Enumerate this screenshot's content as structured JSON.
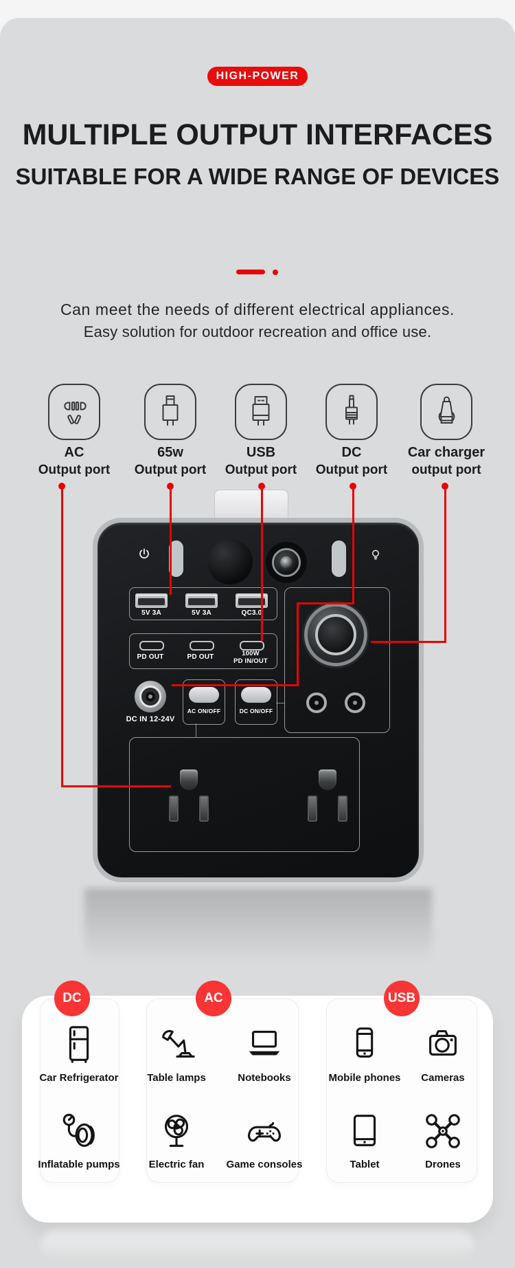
{
  "badge": {
    "label": "HIGH-POWER"
  },
  "heading": {
    "line1": "MULTIPLE OUTPUT INTERFACES",
    "line2": "SUITABLE FOR A WIDE RANGE OF DEVICES"
  },
  "intro": {
    "line1": "Can meet the needs of different electrical appliances.",
    "line2": "Easy solution for outdoor recreation and office use."
  },
  "ports": {
    "items": [
      {
        "icon": "ac-socket-icon",
        "name": "AC",
        "sub": "Output port"
      },
      {
        "icon": "usb-c-65w-plug-icon",
        "name": "65w",
        "sub": "Output port"
      },
      {
        "icon": "usb-a-plug-icon",
        "name": "USB",
        "sub": "Output port"
      },
      {
        "icon": "dc-plug-icon",
        "name": "DC",
        "sub": "Output port"
      },
      {
        "icon": "car-charger-plug-icon",
        "name": "Car charger",
        "sub": "output port"
      }
    ]
  },
  "device": {
    "usb_a": {
      "p1": "5V 3A",
      "p2": "5V 3A",
      "p3": "QC3.0"
    },
    "usb_c": {
      "p1": "PD OUT",
      "p2": "PD OUT",
      "p3_line1": "100W",
      "p3_line2": "PD IN/OUT"
    },
    "dc_in": "DC IN 12-24V",
    "ac_switch": "AC ON/OFF",
    "dc_switch": "DC ON/OFF"
  },
  "categories": {
    "dc": {
      "badge": "DC",
      "items": [
        {
          "label": "Car Refrigerator"
        },
        {
          "label": "Inflatable pumps"
        }
      ]
    },
    "ac": {
      "badge": "AC",
      "items": [
        {
          "label": "Table lamps"
        },
        {
          "label": "Notebooks"
        },
        {
          "label": "Electric fan"
        },
        {
          "label": "Game consoles"
        }
      ]
    },
    "usb": {
      "badge": "USB",
      "items": [
        {
          "label": "Mobile phones"
        },
        {
          "label": "Cameras"
        },
        {
          "label": "Tablet"
        },
        {
          "label": "Drones"
        }
      ]
    }
  },
  "colors": {
    "accent_red": "#e80c0c",
    "leader_red": "#e60404",
    "category_red": "#f73535",
    "section_bg": "#dadbdc"
  }
}
